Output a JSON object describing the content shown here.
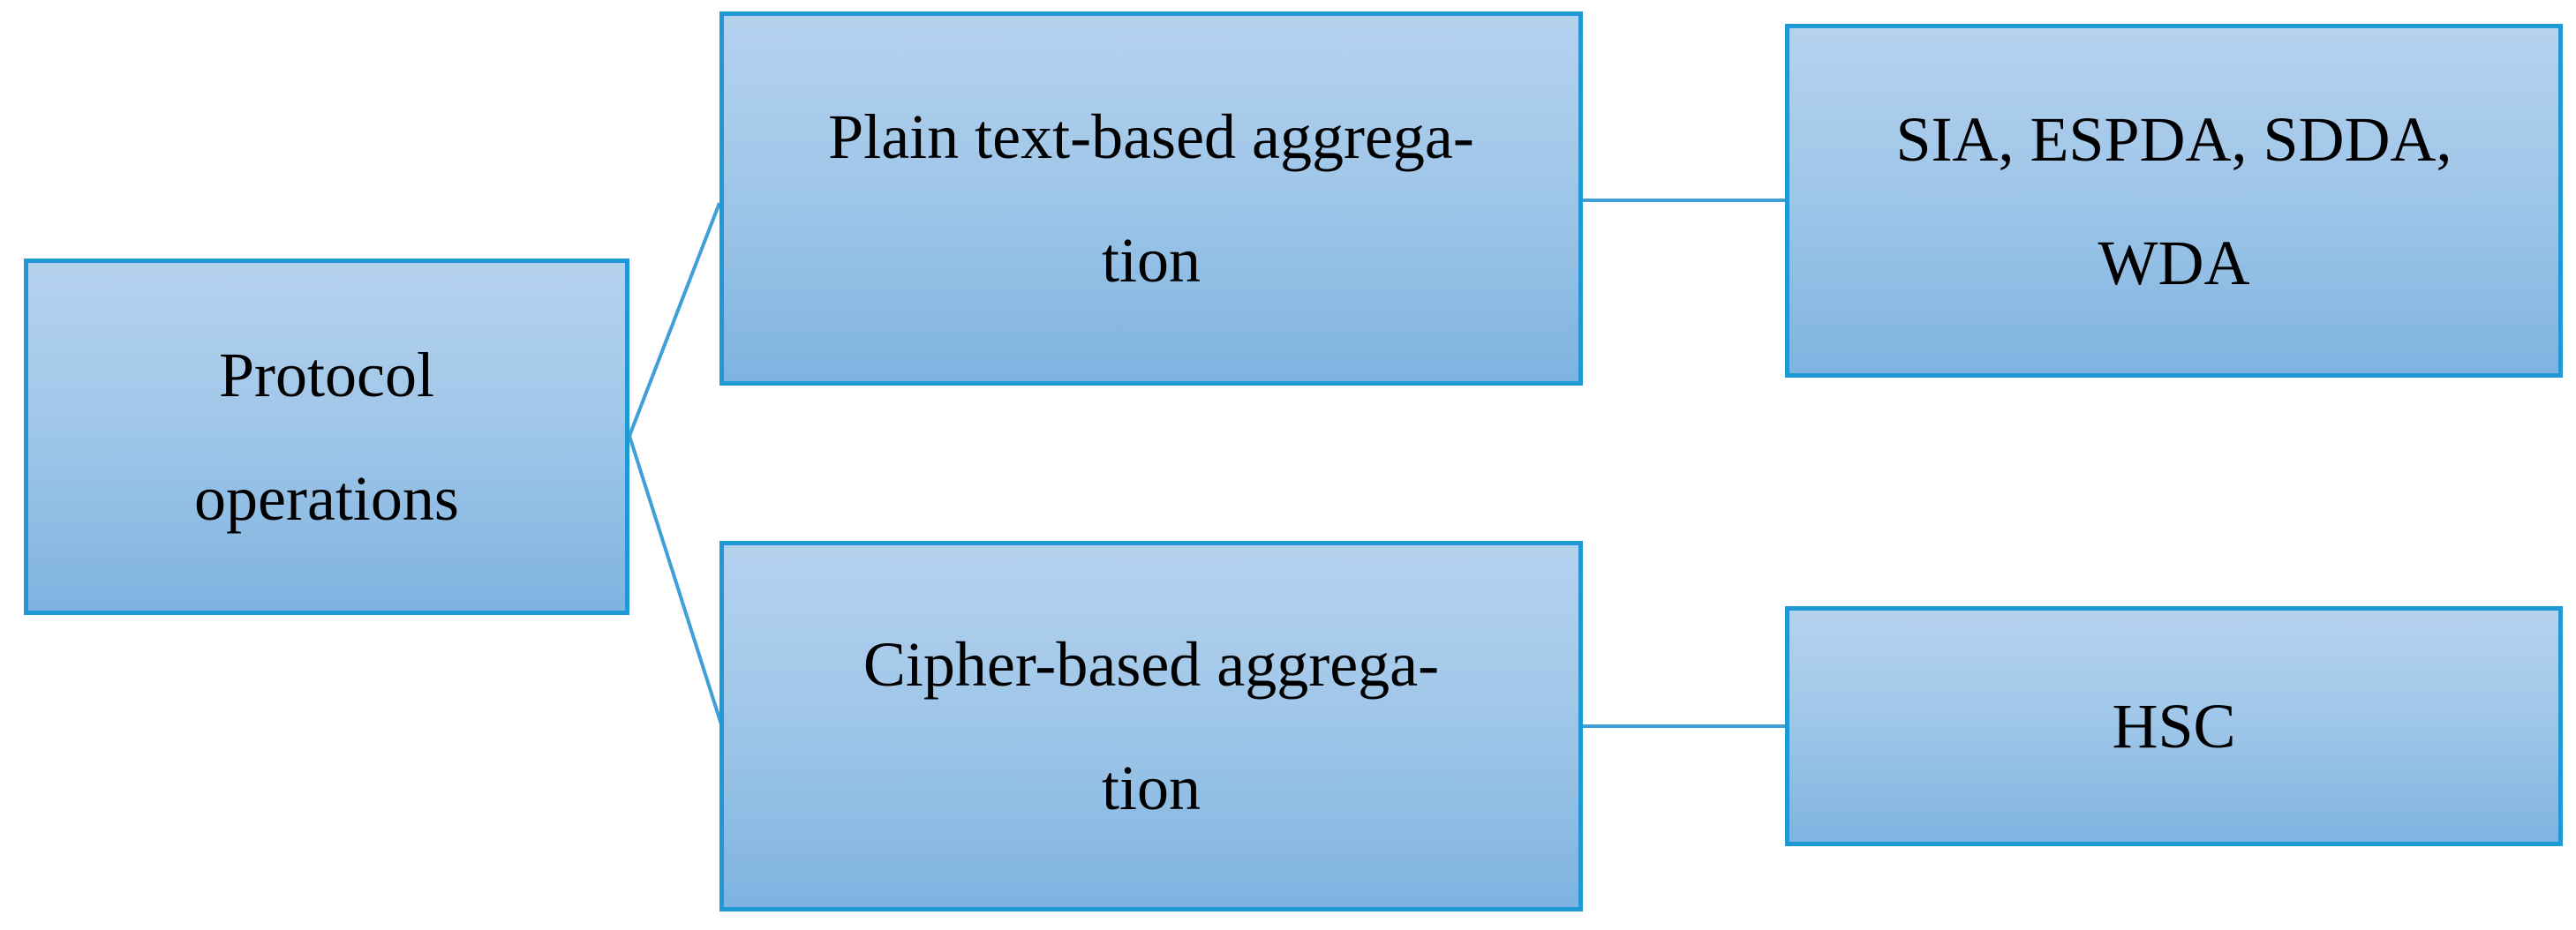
{
  "figure": {
    "type": "hierarchy-diagram",
    "nodes": {
      "root": {
        "lines": [
          "Protocol",
          "operations"
        ]
      },
      "branch_plain": {
        "lines": [
          "Plain text-based aggrega-",
          "tion"
        ]
      },
      "branch_cipher": {
        "lines": [
          "Cipher-based aggrega-",
          "tion"
        ]
      },
      "leaf_plain": {
        "lines": [
          "SIA, ESPDA, SDDA,",
          "WDA"
        ]
      },
      "leaf_cipher": {
        "lines": [
          "HSC"
        ]
      }
    },
    "edges": [
      {
        "from": "root",
        "to": "branch_plain"
      },
      {
        "from": "root",
        "to": "branch_cipher"
      },
      {
        "from": "branch_plain",
        "to": "leaf_plain"
      },
      {
        "from": "branch_cipher",
        "to": "leaf_cipher"
      }
    ],
    "colors": {
      "box_border": "#1f99d6",
      "box_fill_top": "#b5d2ee",
      "box_fill_bottom": "#7fb3e0",
      "connector": "#3f9fd8",
      "text": "#000000",
      "background": "#ffffff"
    }
  }
}
